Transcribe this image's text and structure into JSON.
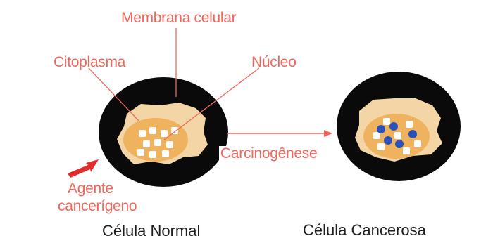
{
  "labels": {
    "membrana": "Membrana celular",
    "citoplasma": "Citoplasma",
    "nucleo": "Núcleo",
    "carcinogenese": "Carcinogênese",
    "agente_l1": "Agente",
    "agente_l2": "cancerígeno"
  },
  "captions": {
    "normal": "Célula Normal",
    "cancerosa": "Célula Cancerosa"
  },
  "colors": {
    "label_red": "#f2675c",
    "outer_black": "#0a0a0a",
    "cytoplasm": "#f4d6a6",
    "nucleus": "#efb25f",
    "mutant_dot": "#2b52b8",
    "arrow": "#e22c2c"
  }
}
